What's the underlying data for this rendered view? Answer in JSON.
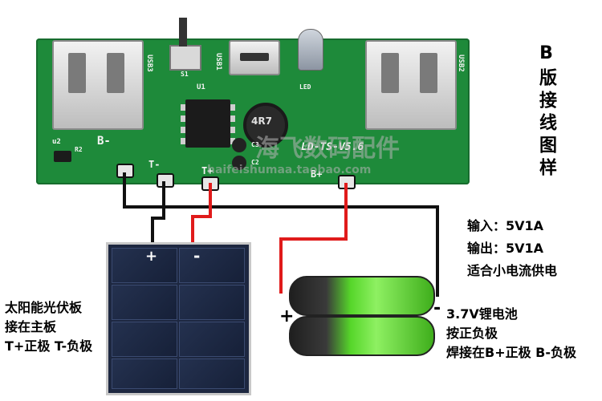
{
  "board": {
    "labels": {
      "usb3": "USB3",
      "usb1": "USB1",
      "usb2": "USB2",
      "sw": "S1",
      "u1": "U1",
      "u2": "u2",
      "r2": "R2",
      "c3": "C3",
      "c2": "C2",
      "led": "LED",
      "inductor": "4R7",
      "bminus": "B-",
      "tminus": "T-",
      "tplus": "T+",
      "bplus": "B+",
      "model": "LD-TS-V5.6"
    }
  },
  "title_vertical": "B版接线图样",
  "specs": {
    "input": "输入：5V1A",
    "output": "输出：5V1A",
    "note": "适合小电流供电"
  },
  "solar": {
    "plus": "+",
    "minus": "-",
    "desc_line1": "太阳能光伏板",
    "desc_line2": "接在主板",
    "desc_line3": "T+正极 T-负极"
  },
  "battery": {
    "plus": "+",
    "minus": "-",
    "desc_line1": "3.7V锂电池",
    "desc_line2": "按正负极",
    "desc_line3": "焊接在B+正极 B-负极"
  },
  "watermark": {
    "cn": "海飞数码配件",
    "url": "haifeishumaa.taobao.com"
  },
  "colors": {
    "pcb": "#1e8a3a",
    "wire_red": "#e01b1b",
    "wire_black": "#111111",
    "battery_green": "#56d62a"
  }
}
